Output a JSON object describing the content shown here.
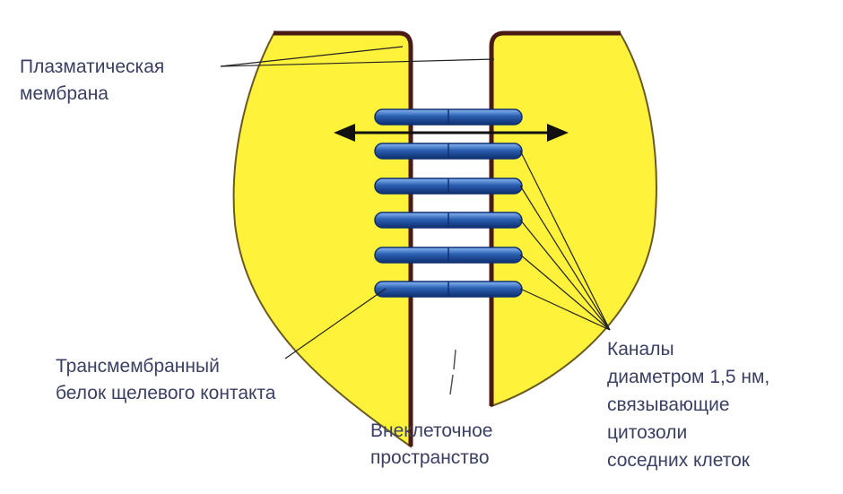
{
  "labels": {
    "plasma_membrane": [
      "Плазматическая",
      "мембрана"
    ],
    "transmembrane_protein": [
      "Трансмембранный",
      "белок щелевого контакта"
    ],
    "extracellular_space": [
      "Внеклеточное",
      "пространство"
    ],
    "channels": [
      "Каналы",
      "диаметром 1,5 нм,",
      "связывающие",
      "цитозоли",
      "соседних клеток"
    ]
  },
  "colors": {
    "cytoplasm": "#fff23a",
    "membrane": "#4a1a14",
    "outline": "#6a5a22",
    "channel": "#2a5fb0",
    "channel_highlight": "#7fb0f0",
    "channel_dark": "#0f2f70",
    "text": "#3b3f63",
    "arrow": "#111111"
  },
  "channel_count": 6
}
